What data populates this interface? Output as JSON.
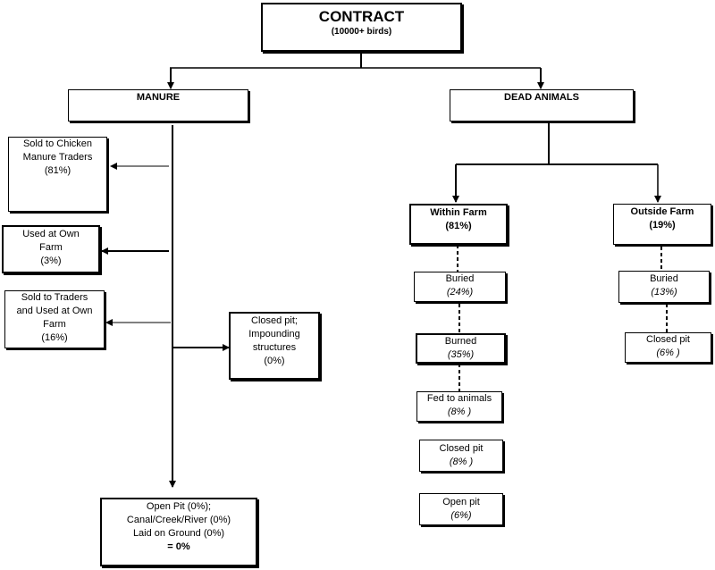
{
  "root": {
    "title": "CONTRACT",
    "subtitle": "(10000+ birds)"
  },
  "manure": {
    "title": "MANURE",
    "outputs": [
      {
        "lines": [
          "Sold to Chicken",
          "Manure Traders",
          "(81%)"
        ]
      },
      {
        "lines": [
          "Used at Own",
          "Farm",
          "(3%)"
        ]
      },
      {
        "lines": [
          "Sold to Traders",
          "and Used at Own",
          "Farm",
          "(16%)"
        ]
      },
      {
        "lines": [
          "Closed pit;",
          "Impounding",
          "structures",
          "(0%)"
        ]
      },
      {
        "lines": [
          "Open Pit (0%);",
          "Canal/Creek/River (0%)",
          "Laid on Ground (0%)",
          "= 0%"
        ]
      }
    ]
  },
  "dead_animals": {
    "title": "DEAD ANIMALS",
    "within": {
      "title": "Within Farm",
      "pct": "(81%)",
      "items": [
        {
          "label": "Buried",
          "pct": "(24%)"
        },
        {
          "label": "Burned",
          "pct": "(35%)"
        },
        {
          "label": "Fed to animals",
          "pct": "(8% )"
        },
        {
          "label": "Closed pit",
          "pct": "(8% )"
        },
        {
          "label": "Open pit",
          "pct": "(6%)"
        }
      ]
    },
    "outside": {
      "title": "Outside Farm",
      "pct": "(19%)",
      "items": [
        {
          "label": "Buried",
          "pct": "(13%)"
        },
        {
          "label": "Closed pit",
          "pct": "(6% )"
        }
      ]
    }
  }
}
